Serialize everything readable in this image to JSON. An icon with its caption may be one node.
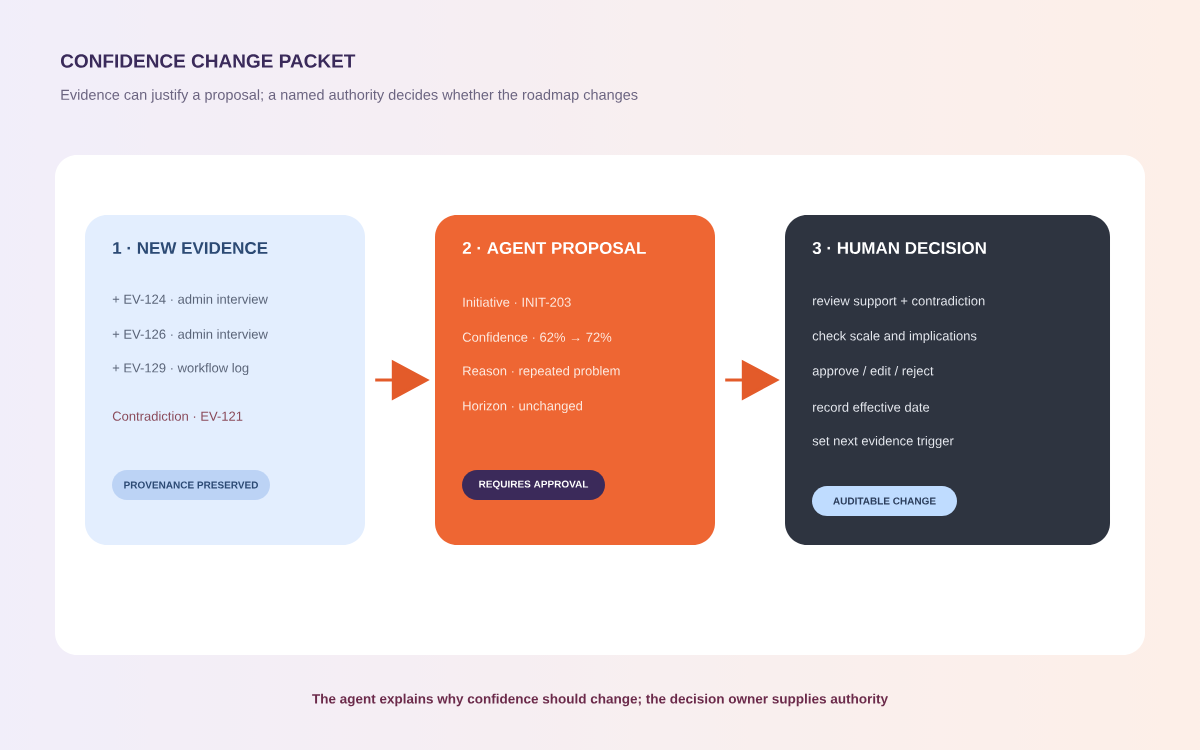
{
  "diagram": {
    "title": "CONFIDENCE CHANGE PACKET",
    "caption": "The agent explains why confidence should change; the decision owner supplies authority",
    "nodes": [
      {
        "text": [
          "1 · NEW EVIDENCE",
          "+ EV-124 · admin interview",
          "+ EV-126 · admin interview",
          "+ EV-129 · workflow log",
          "Contradiction · EV-121"
        ]
      },
      {
        "text": [
          "PROVENANCE PRESERVED"
        ],
        "in": 0
      },
      {
        "text": [
          "2 · AGENT PROPOSAL",
          "Initiative · INIT-203",
          "Confidence · 62% → 72%",
          "Reason · repeated problem",
          "Horizon · unchanged"
        ]
      },
      {
        "text": [
          "REQUIRES APPROVAL"
        ],
        "in": 2
      },
      {
        "text": [
          "3 · HUMAN DECISION",
          "review support + contradiction",
          "check scale and implications",
          "approve / edit / reject",
          "record effective date",
          "set next evidence trigger"
        ]
      },
      {
        "text": [
          "AUDITABLE CHANGE"
        ],
        "in": 4
      }
    ],
    "edges": [
      {
        "from": 0,
        "to": 2,
        "arrow": "to"
      },
      {
        "from": 2,
        "to": 4,
        "arrow": "to"
      }
    ],
    "labels": [
      "Evidence can justify a proposal; a named authority decides whether the roadmap changes"
    ]
  }
}
